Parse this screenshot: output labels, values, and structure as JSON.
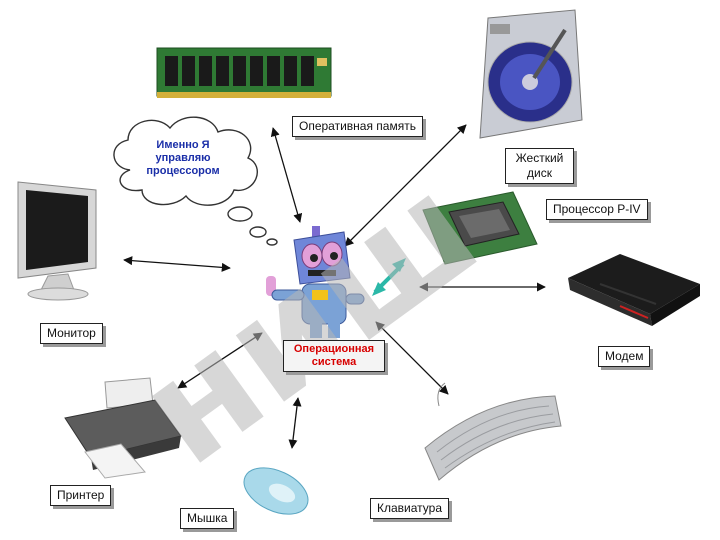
{
  "center": {
    "label": "Операционная система"
  },
  "thought_bubble": {
    "text": "Именно Я управляю процессором"
  },
  "devices": {
    "ram": "Оперативная память",
    "hdd": "Жесткий диск",
    "cpu": "Процессор P-IV",
    "modem": "Модем",
    "keyboard": "Клавиатура",
    "mouse": "Мышка",
    "printer": "Принтер",
    "monitor": "Монитор"
  },
  "watermark": {
    "text": "ниш"
  }
}
